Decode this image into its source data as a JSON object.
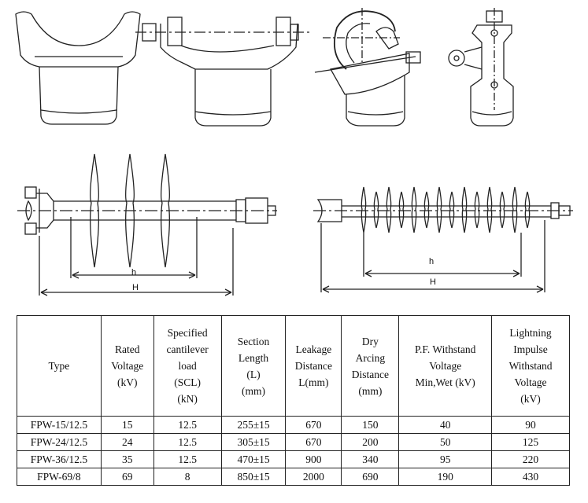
{
  "dimensions": {
    "left_small": "h",
    "left_large": "H",
    "right_small": "h",
    "right_large": "H"
  },
  "table": {
    "headers": [
      "Type",
      "Rated\nVoltage\n(kV)",
      "Specified\ncantilever\nload\n(SCL)\n(kN)",
      "Section\nLength\n(L)\n(mm)",
      "Leakage\nDistance\nL(mm)",
      "Dry\nArcing\nDistance\n(mm)",
      "P.F. Withstand\nVoltage\nMin,Wet   (kV)",
      "Lightning\nImpulse\nWithstand\nVoltage\n(kV)"
    ],
    "rows": [
      [
        "FPW-15/12.5",
        "15",
        "12.5",
        "255±15",
        "670",
        "150",
        "40",
        "90"
      ],
      [
        "FPW-24/12.5",
        "24",
        "12.5",
        "305±15",
        "670",
        "200",
        "50",
        "125"
      ],
      [
        "FPW-36/12.5",
        "35",
        "12.5",
        "470±15",
        "900",
        "340",
        "95",
        "220"
      ],
      [
        "FPW-69/8",
        "69",
        "8",
        "850±15",
        "2000",
        "690",
        "190",
        "430"
      ]
    ]
  }
}
